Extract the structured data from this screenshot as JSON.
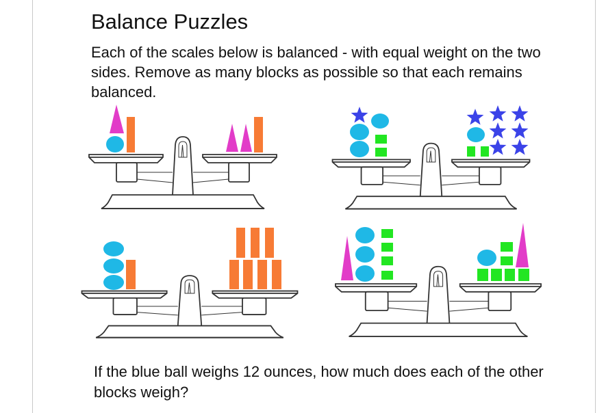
{
  "title": "Balance Puzzles",
  "intro": "Each of the scales below is balanced - with equal weight on the two sides.  Remove as many blocks as possible so that each remains balanced.",
  "question": "If the blue ball weighs 12 ounces, how much does each of the other blocks weigh?",
  "colors": {
    "ball": "#1fb8e6",
    "bar": "#f77b35",
    "cone": "#e23cc8",
    "cube": "#22e622",
    "star": "#3b43e8",
    "scale_outline": "#333333"
  },
  "puzzles": [
    {
      "left": {
        "balls": 1,
        "cones": 1,
        "bars": 1
      },
      "right": {
        "cones": 2,
        "bars": 1
      }
    },
    {
      "left": {
        "stars": 1,
        "balls": 3,
        "cubes": 2
      },
      "right": {
        "stars": 7,
        "balls": 1,
        "cubes": 2
      }
    },
    {
      "left": {
        "balls": 3,
        "bars": 1
      },
      "right": {
        "bars": 7
      }
    },
    {
      "left": {
        "cones": 1,
        "balls": 3,
        "cubes": 4
      },
      "right": {
        "balls": 1,
        "cubes": 6,
        "cones": 1
      }
    }
  ]
}
